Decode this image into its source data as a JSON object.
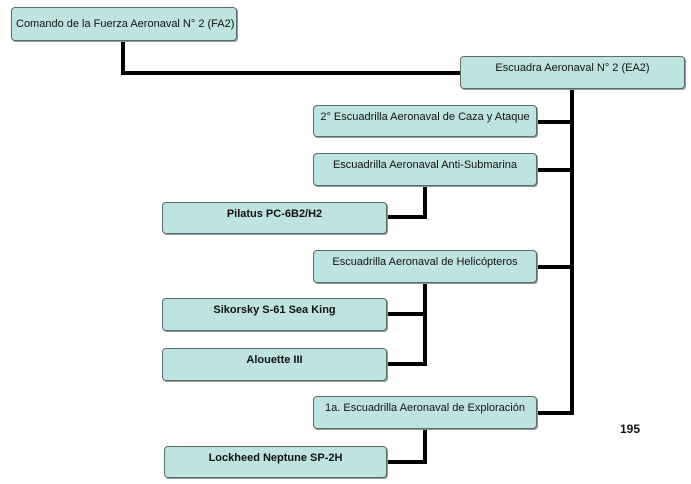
{
  "nodes": {
    "fa2": "Comando de la Fuerza Aeronaval N° 2  (FA2)",
    "ea2": "Escuadra Aeronaval N° 2 (EA2)",
    "caza_ataque": "2° Escuadrilla Aeronaval de Caza y Ataque",
    "anti_submarina": "Escuadrilla Aeronaval Anti-Submarina",
    "pilatus": "Pilatus PC-6B2/H2",
    "helicopteros": "Escuadrilla Aeronaval de Helicópteros",
    "sea_king": "Sikorsky S-61 Sea King",
    "alouette": "Alouette III",
    "exploracion": "1a. Escuadrilla Aeronaval de Exploración",
    "neptune": "Lockheed Neptune SP-2H"
  },
  "page_number": "195",
  "colors": {
    "box_fill": "#bfe3e1",
    "box_border": "#5a6b6b",
    "connector": "#000000"
  }
}
